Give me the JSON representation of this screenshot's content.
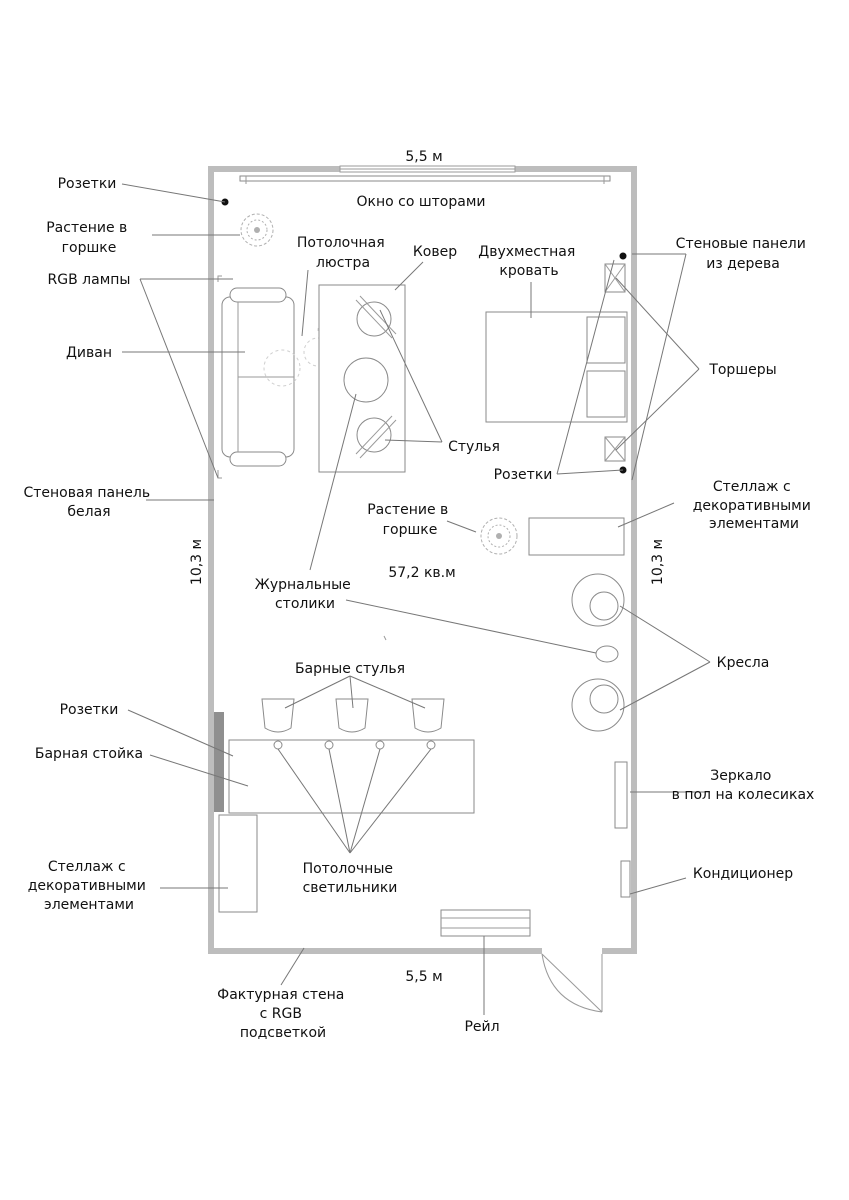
{
  "dimensions": {
    "top_width": "5,5 м",
    "bottom_width": "5,5 м",
    "left_height": "10,3 м",
    "right_height": "10,3 м"
  },
  "area": "57,2 кв.м",
  "labels": {
    "sockets_top_left": "Розетки",
    "plant_top": [
      "Растение в",
      "горшке"
    ],
    "rgb_lamps": "RGB лампы",
    "sofa": "Диван",
    "window": "Окно со шторами",
    "chandelier": [
      "Потолочная",
      "люстра"
    ],
    "rug": "Ковер",
    "double_bed": [
      "Двухместная",
      "кровать"
    ],
    "wood_panels": [
      "Стеновые панели",
      "из дерева"
    ],
    "floor_lamps": "Торшеры",
    "chairs": "Стулья",
    "sockets_right": "Розетки",
    "white_panel": [
      "Стеновая панель",
      "белая"
    ],
    "plant_middle": [
      "Растение в",
      "горшке"
    ],
    "shelf_right": [
      "Стеллаж с",
      "декоративными",
      "элементами"
    ],
    "coffee_tables": [
      "Журнальные",
      "столики"
    ],
    "armchairs": "Кресла",
    "bar_stools": "Барные стулья",
    "sockets_bar": "Розетки",
    "bar_counter": "Барная стойка",
    "mirror": [
      "Зеркало",
      "в пол на колесиках"
    ],
    "shelf_left": [
      "Стеллаж с",
      "декоративными",
      "элементами"
    ],
    "ceiling_lights": [
      "Потолочные",
      "светильники"
    ],
    "air_conditioner": "Кондиционер",
    "textured_wall": [
      "Фактурная стена",
      "с RGB",
      "подсветкой"
    ],
    "rail": "Рейл"
  }
}
